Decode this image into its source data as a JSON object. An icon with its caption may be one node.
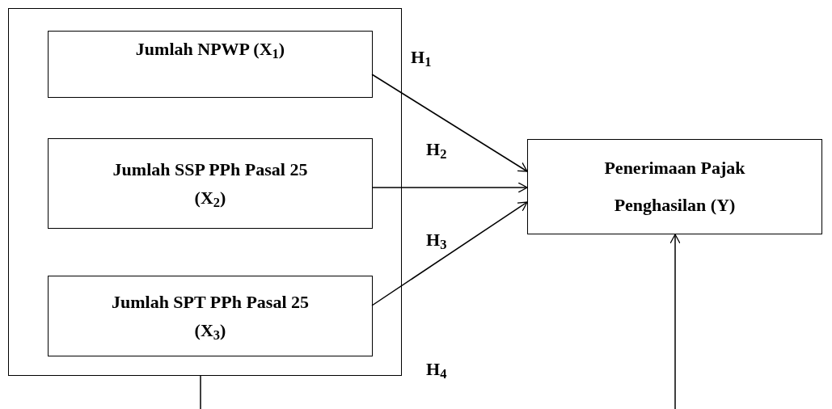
{
  "diagram": {
    "nodes": [
      {
        "text": [],
        "shape": "box"
      },
      {
        "text": [
          "Jumlah NPWP (X$_{1}$)"
        ],
        "in": 0
      },
      {
        "text": [
          "Jumlah SSP PPh Pasal 25 (X$_{2}$)"
        ],
        "in": 0
      },
      {
        "text": [
          "Jumlah SPT PPh Pasal 25 (X$_{3}$)"
        ],
        "in": 0
      },
      {
        "text": [
          "Penerimaan Pajak Penghasilan (Y)"
        ]
      }
    ],
    "edges": [
      {
        "from": 1,
        "to": 4,
        "arrow": "to",
        "label": "H$_{1}$"
      },
      {
        "from": 2,
        "to": 4,
        "arrow": "to",
        "label": "H$_{2}$"
      },
      {
        "from": 3,
        "to": 4,
        "arrow": "to",
        "label": "H$_{3}$"
      },
      {
        "from": 0,
        "to": null,
        "arrow": "none"
      },
      {
        "from": null,
        "to": 4,
        "arrow": "to"
      }
    ],
    "labels": [
      "H$_{4}$"
    ]
  }
}
